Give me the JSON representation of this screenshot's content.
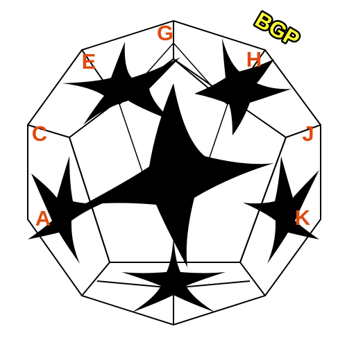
{
  "diagram": {
    "vertex_labels": {
      "G": "G",
      "E": "E",
      "H": "H",
      "C": "C",
      "J": "J",
      "A": "A",
      "K": "K"
    },
    "badge": {
      "text": "BGP"
    },
    "colors": {
      "label": "#e04a10",
      "outline": "#000000",
      "star": "#000000",
      "badge_fill": "#ffff33",
      "background": "#ffffff"
    }
  }
}
